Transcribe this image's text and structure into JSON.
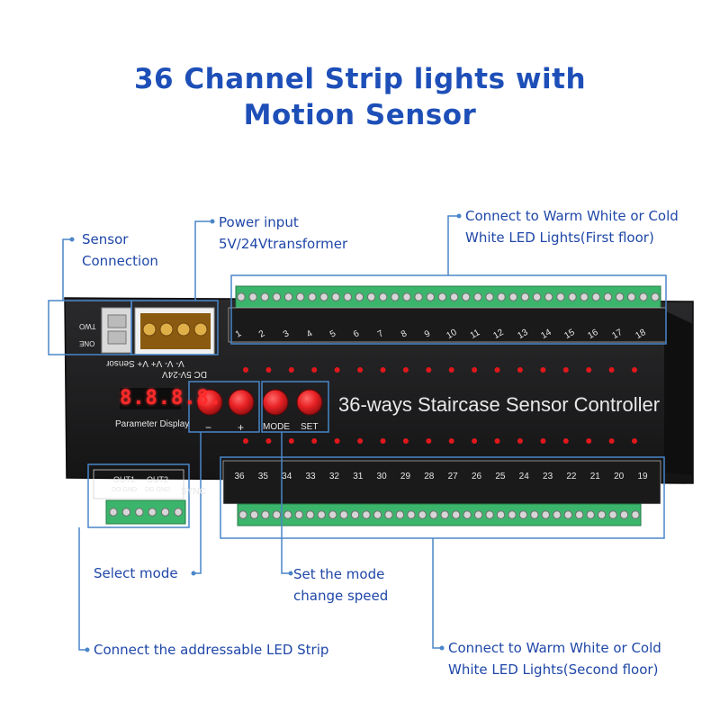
{
  "title": {
    "line1": "36 Channel Strip lights with",
    "line2": "Motion Sensor"
  },
  "callouts": {
    "sensor": [
      "Sensor",
      "Connection"
    ],
    "power": [
      "Power input",
      "5V/24Vtransformer"
    ],
    "first_floor": [
      "Connect to Warm White or Cold",
      "White LED Lights(First floor)"
    ],
    "select_mode": "Select mode",
    "set_mode": [
      "Set the mode",
      "change speed"
    ],
    "addressable": "Connect the addressable LED Strip",
    "second_floor": [
      "Connect to Warm White or Cold",
      "White LED Lights(Second floor)"
    ]
  },
  "board": {
    "title": "36-ways Staircase Sensor Controller",
    "display_value": "8.8.8.8.",
    "display_label": "Parameter Display",
    "btn_minus": "−",
    "btn_plus": "+",
    "btn_mode": "MODE",
    "btn_set": "SET",
    "sensor_two": "TWO",
    "sensor_one": "ONE",
    "power_terms": "V- V- V+ V+ Sensor",
    "power_dc": "DC 5V-24V",
    "out1": "OUT1",
    "out2": "OUT2",
    "do_gnd": "DO GND",
    "sync": "SYNC",
    "top_channels": [
      "1",
      "2",
      "3",
      "4",
      "5",
      "6",
      "7",
      "8",
      "9",
      "10",
      "11",
      "12",
      "13",
      "14",
      "15",
      "16",
      "17",
      "18"
    ],
    "bottom_channels": [
      "36",
      "35",
      "34",
      "33",
      "32",
      "31",
      "30",
      "29",
      "28",
      "27",
      "26",
      "25",
      "24",
      "23",
      "22",
      "21",
      "20",
      "19"
    ]
  },
  "colors": {
    "title_blue": "#1e4fb8",
    "callout_blue": "#1f47a8",
    "board": "#1b1b1d",
    "terminal_green": "#39b26a",
    "led_red": "#e0181c",
    "button_red": "#e82124"
  }
}
